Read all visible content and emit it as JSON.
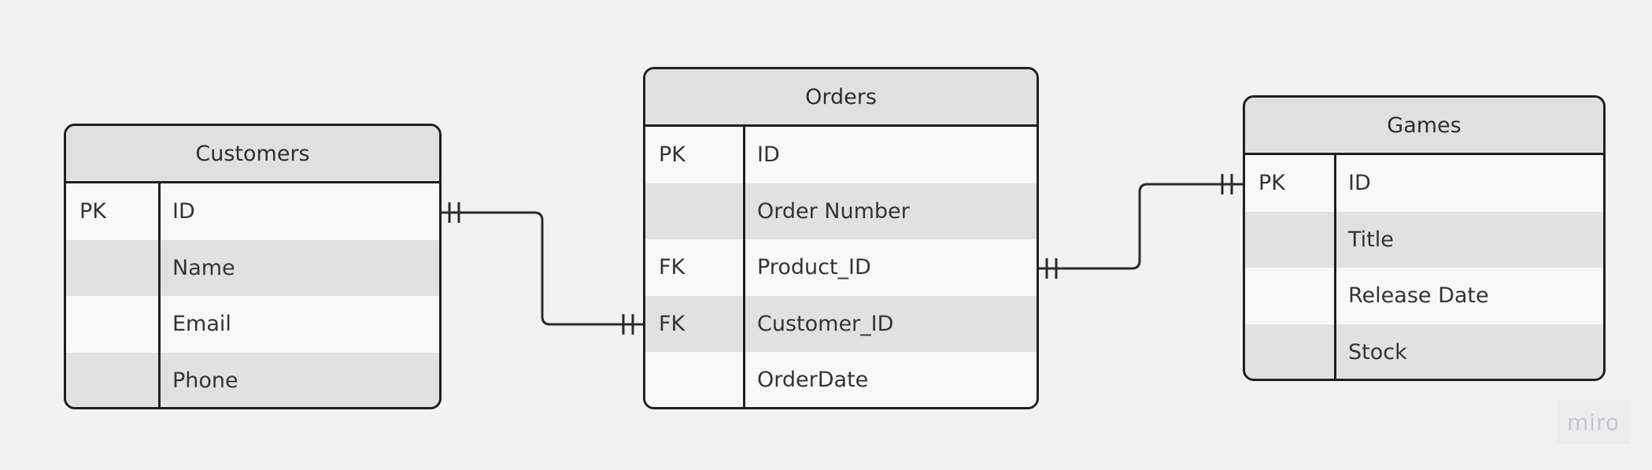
{
  "entities": {
    "customers": {
      "title": "Customers",
      "rows": [
        {
          "key": "PK",
          "field": "ID"
        },
        {
          "key": "",
          "field": "Name"
        },
        {
          "key": "",
          "field": "Email"
        },
        {
          "key": "",
          "field": "Phone"
        }
      ]
    },
    "orders": {
      "title": "Orders",
      "rows": [
        {
          "key": "PK",
          "field": "ID"
        },
        {
          "key": "",
          "field": "Order Number"
        },
        {
          "key": "FK",
          "field": "Product_ID"
        },
        {
          "key": "FK",
          "field": "Customer_ID"
        },
        {
          "key": "",
          "field": "OrderDate"
        }
      ]
    },
    "games": {
      "title": "Games",
      "rows": [
        {
          "key": "PK",
          "field": "ID"
        },
        {
          "key": "",
          "field": "Title"
        },
        {
          "key": "",
          "field": "Release Date"
        },
        {
          "key": "",
          "field": "Stock"
        }
      ]
    }
  },
  "relationships": [
    {
      "from": "Customers.ID",
      "to": "Orders.Customer_ID",
      "cardinality": "one-to-one"
    },
    {
      "from": "Orders.Product_ID",
      "to": "Games.ID",
      "cardinality": "one-to-one"
    }
  ],
  "watermark": "miro",
  "colors": {
    "background": "#f2f2f2",
    "header": "#e0e0e0",
    "row_light": "#f8f8f8",
    "row_dark": "#e1e1e1",
    "stroke": "#1f1f1f"
  }
}
